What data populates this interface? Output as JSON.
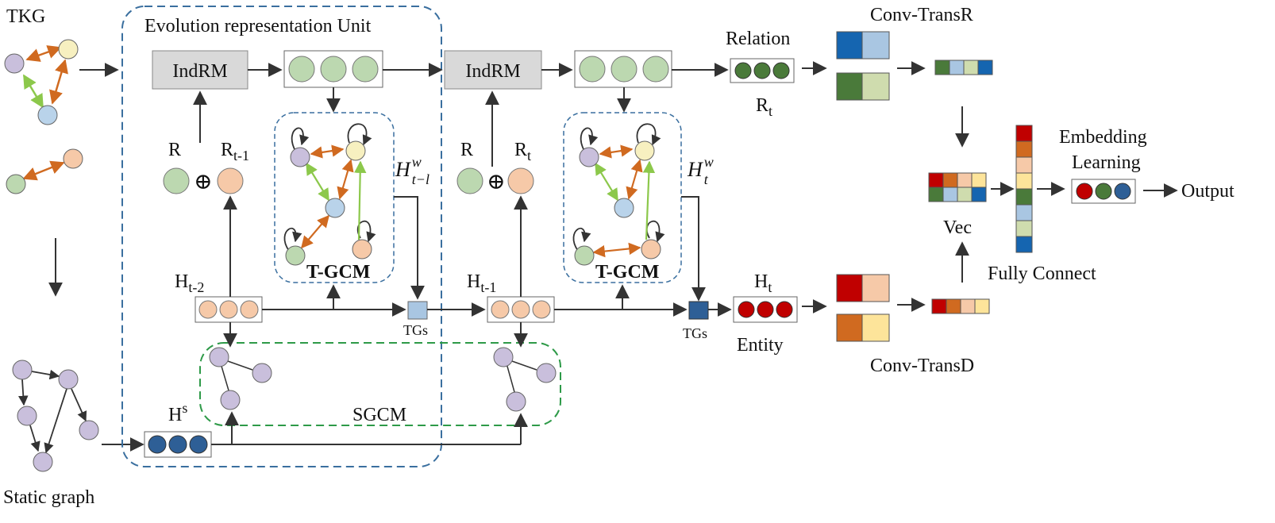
{
  "labels": {
    "tkg": "TKG",
    "static_graph": "Static graph",
    "evolution_unit": "Evolution representation Unit",
    "indrm_1": "IndRM",
    "indrm_2": "IndRM",
    "r_1": "R",
    "r_t_minus_1": "R",
    "r_t_minus_1_sub": "t-1",
    "r_2": "R",
    "r_t": "R",
    "r_t_sub": "t",
    "h_t_minus_2": "H",
    "h_t_minus_2_sub": "t-2",
    "h_t_minus_1": "H",
    "h_t_minus_1_sub": "t-1",
    "h_t": "H",
    "h_t_sub": "t",
    "h_s": "H",
    "h_s_sup": "s",
    "hw_1": "H",
    "hw_1_sup": "w",
    "hw_1_sub": "t−l",
    "hw_2": "H",
    "hw_2_sup": "w",
    "hw_2_sub": "t",
    "tgcm_1": "T-GCM",
    "tgcm_2": "T-GCM",
    "tgs_1": "TGs",
    "tgs_2": "TGs",
    "sgcm": "SGCM",
    "relation": "Relation",
    "relation_rt": "R",
    "relation_rt_sub": "t",
    "entity": "Entity",
    "conv_transr": "Conv-TransR",
    "conv_transd": "Conv-TransD",
    "vec": "Vec",
    "fully_connect": "Fully Connect",
    "embedding_learning_1": "Embedding",
    "embedding_learning_2": "Learning",
    "output": "Output",
    "oplus_1": "⊕",
    "oplus_2": "⊕"
  },
  "colors": {
    "purple": "#c9bfdc",
    "yellow": "#f7f0c0",
    "blue_light": "#b9d3ea",
    "peach": "#f6c9a8",
    "green_light": "#bcd8b0",
    "green_dark": "#4a7a3a",
    "red": "#c00000",
    "navy": "#2e5f96",
    "orange_edge": "#d06a20",
    "green_edge": "#8cc84b",
    "dash_blue": "#3a6f9f",
    "dash_green": "#2e9a48"
  }
}
